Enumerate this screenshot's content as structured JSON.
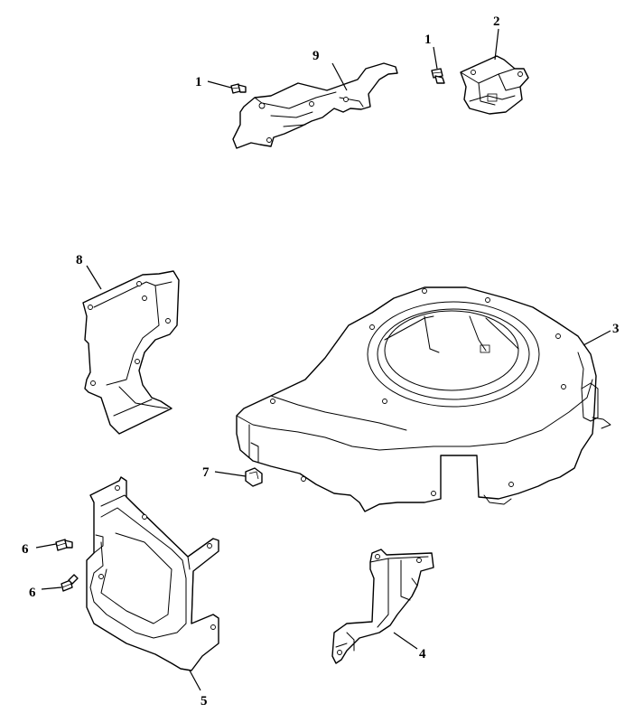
{
  "callouts": [
    {
      "id": "c1a",
      "label": "1"
    },
    {
      "id": "c9",
      "label": "9"
    },
    {
      "id": "c1b",
      "label": "1"
    },
    {
      "id": "c2",
      "label": "2"
    },
    {
      "id": "c8",
      "label": "8"
    },
    {
      "id": "c3",
      "label": "3"
    },
    {
      "id": "c7",
      "label": "7"
    },
    {
      "id": "c6a",
      "label": "6"
    },
    {
      "id": "c6b",
      "label": "6"
    },
    {
      "id": "c5",
      "label": "5"
    },
    {
      "id": "c4",
      "label": "4"
    }
  ]
}
